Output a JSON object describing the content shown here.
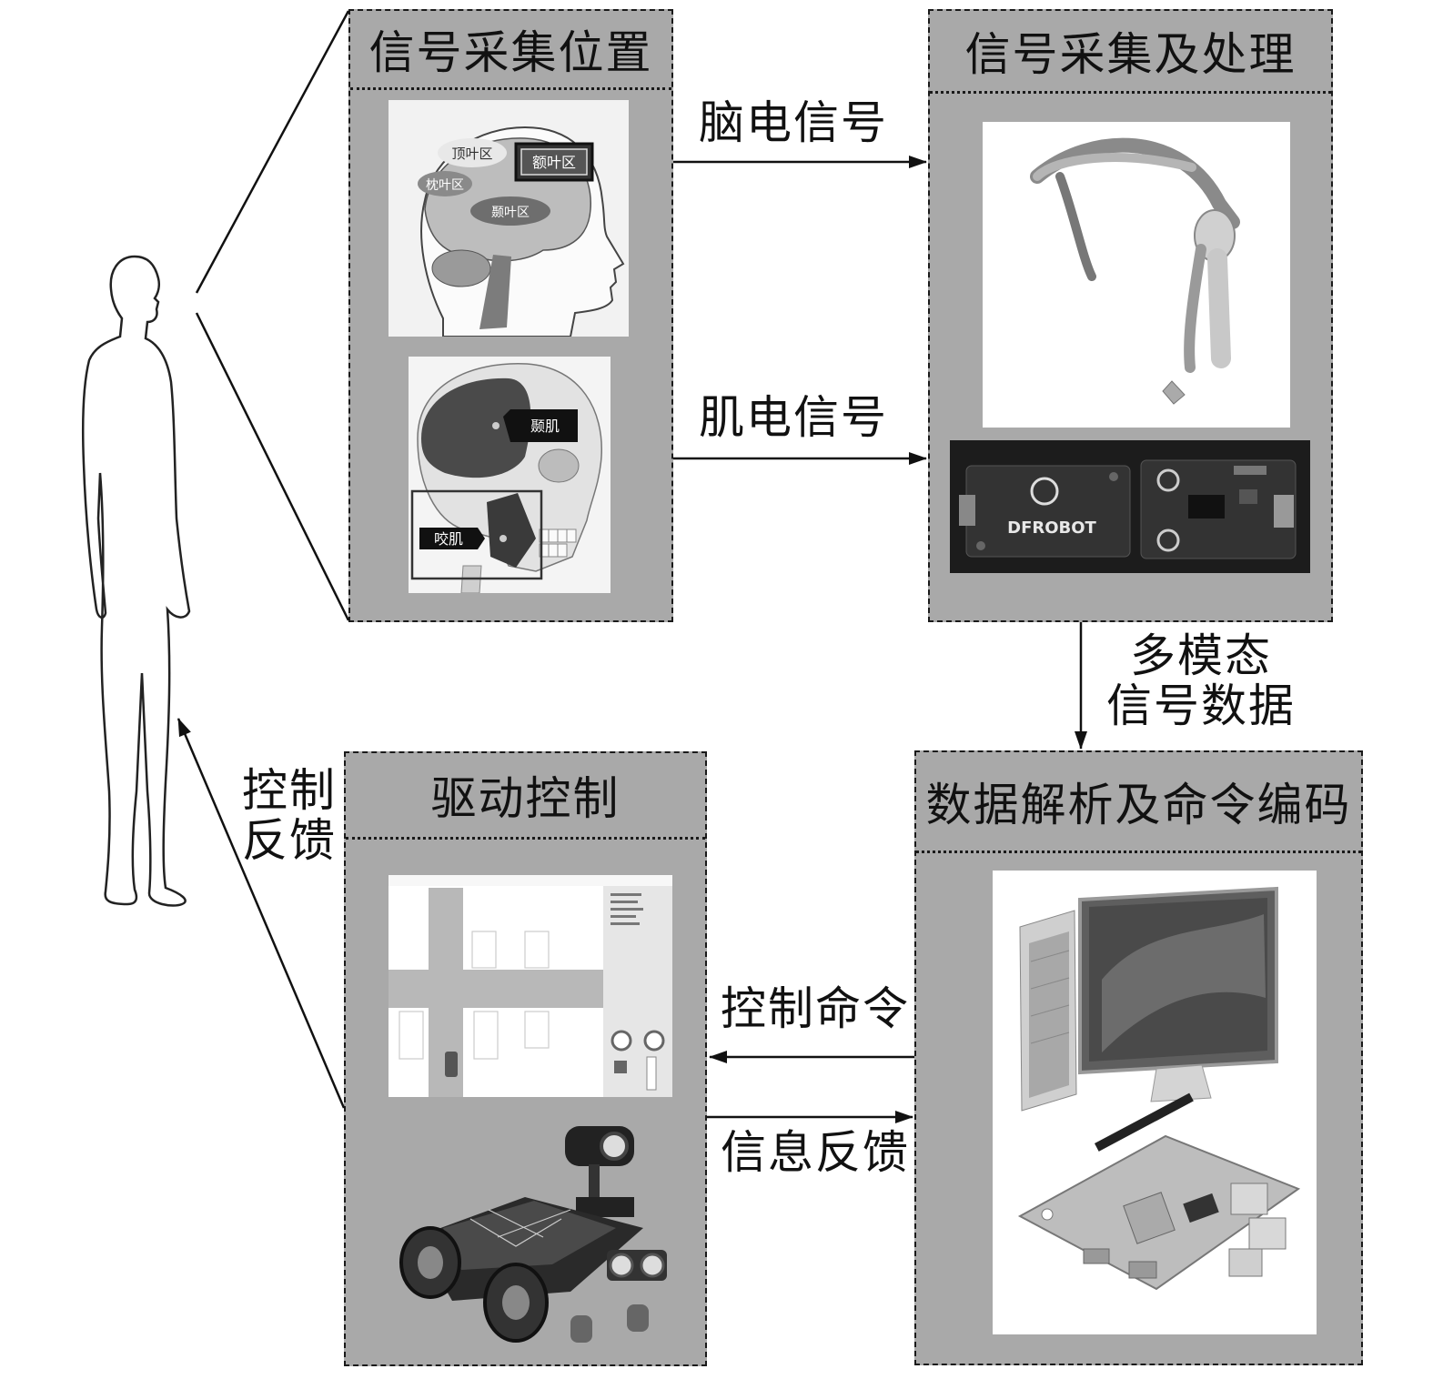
{
  "boxes": {
    "acquisition_position": {
      "title": "信号采集位置"
    },
    "acquisition_processing": {
      "title": "信号采集及处理"
    },
    "parsing_encoding": {
      "title": "数据解析及命令编码"
    },
    "drive_control": {
      "title": "驱动控制"
    }
  },
  "arrows": {
    "eeg_signal": "脑电信号",
    "emg_signal": "肌电信号",
    "multimodal_line1": "多模态",
    "multimodal_line2": "信号数据",
    "control_command": "控制命令",
    "info_feedback": "信息反馈",
    "control_feedback_line1": "控制",
    "control_feedback_line2": "反馈"
  },
  "brain_image": {
    "parietal": "顶叶区",
    "frontal": "额叶区",
    "occipital": "枕叶区",
    "temporal": "颞叶区"
  },
  "skull_image": {
    "temporalis": "颞肌",
    "masseter": "咬肌"
  },
  "board_image": {
    "brand": "DFROBOT"
  },
  "colors": {
    "box_fill": "#a9a9a9",
    "line": "#1a1a1a"
  }
}
